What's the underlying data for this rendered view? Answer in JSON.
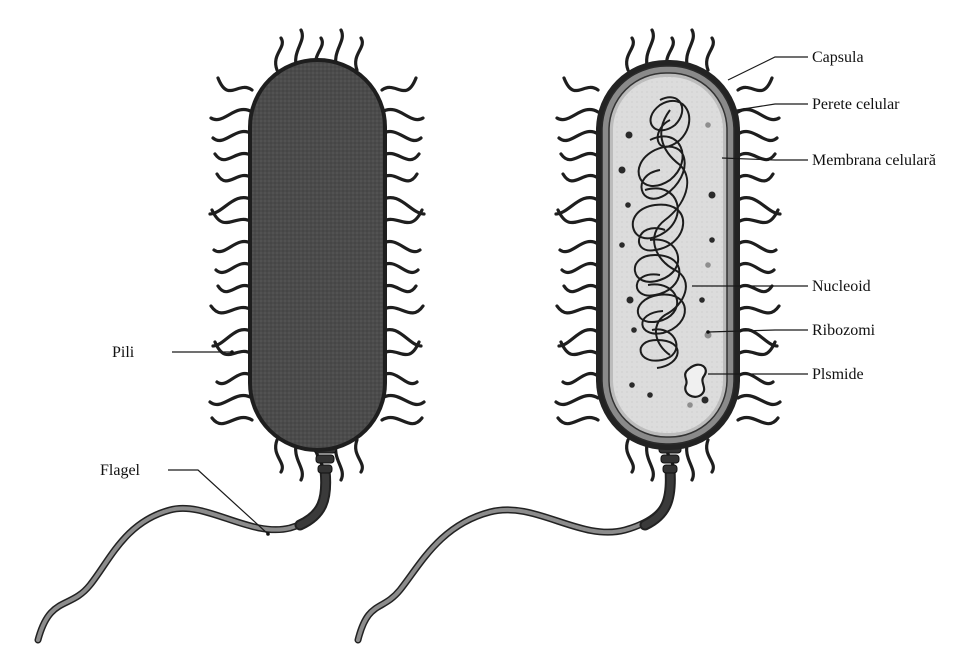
{
  "labels": {
    "pili": "Pili",
    "flagel": "Flagel",
    "capsula": "Capsula",
    "perete": "Perete celular",
    "membrana": "Membrana celulară",
    "nucleoid": "Nucleoid",
    "ribozomi": "Ribozomi",
    "plasmide": "Plsmide"
  },
  "colors": {
    "body_dark": "#4a4a4a",
    "body_edge": "#222222",
    "pili": "#1e1e1e",
    "capsule_gray": "#7a7a7a",
    "cytoplasm": "#d9d9d9",
    "flagellum_gray": "#8c8c8c",
    "dna": "#1c1c1c"
  }
}
